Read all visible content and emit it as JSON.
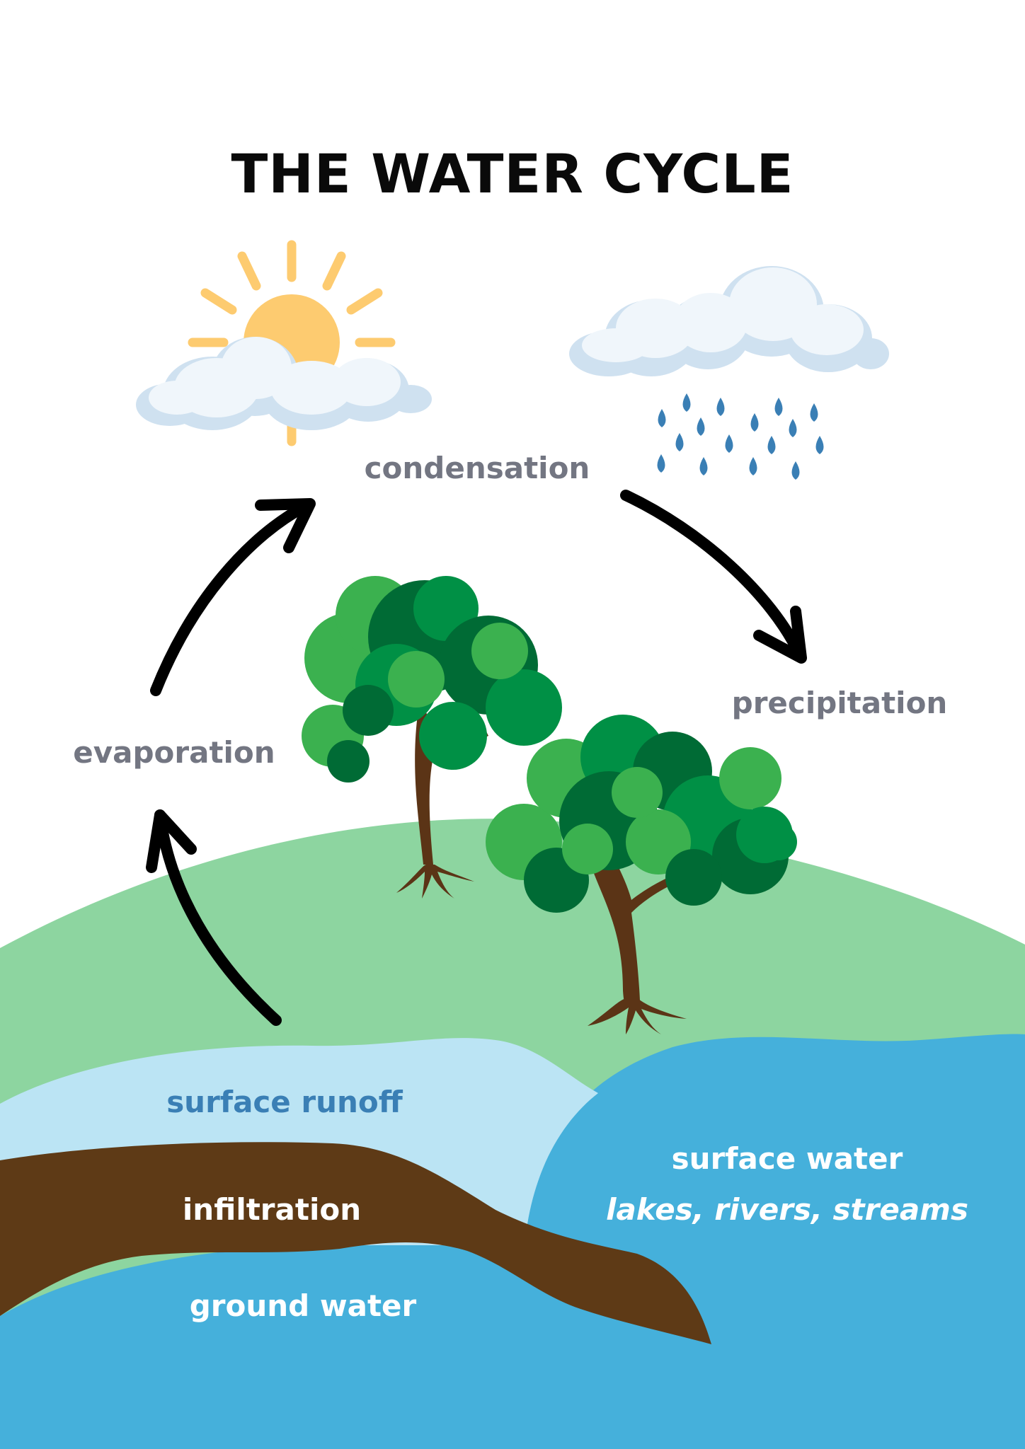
{
  "title": "THE WATER CYCLE",
  "stages": {
    "condensation": "condensation",
    "precipitation": "precipitation",
    "evaporation": "evaporation"
  },
  "water": {
    "surface_runoff": "surface runoff",
    "infiltration": "infiltration",
    "ground_water": "ground water",
    "surface_water": "surface water",
    "surface_water_examples": "lakes, rivers, streams"
  },
  "colors": {
    "hill": "#8dd5a0",
    "runoff_water": "#bbe4f4",
    "surface_water": "#45b0db",
    "soil": "#5e3a16",
    "sun": "#fdcb70",
    "rain": "#3a7fb5",
    "arrow": "#000000",
    "label_gray": "#737682"
  },
  "icons": {
    "sun": "sun-icon",
    "cloud": "cloud-icon",
    "rain": "rain-cloud-icon",
    "tree": "tree-icon"
  }
}
